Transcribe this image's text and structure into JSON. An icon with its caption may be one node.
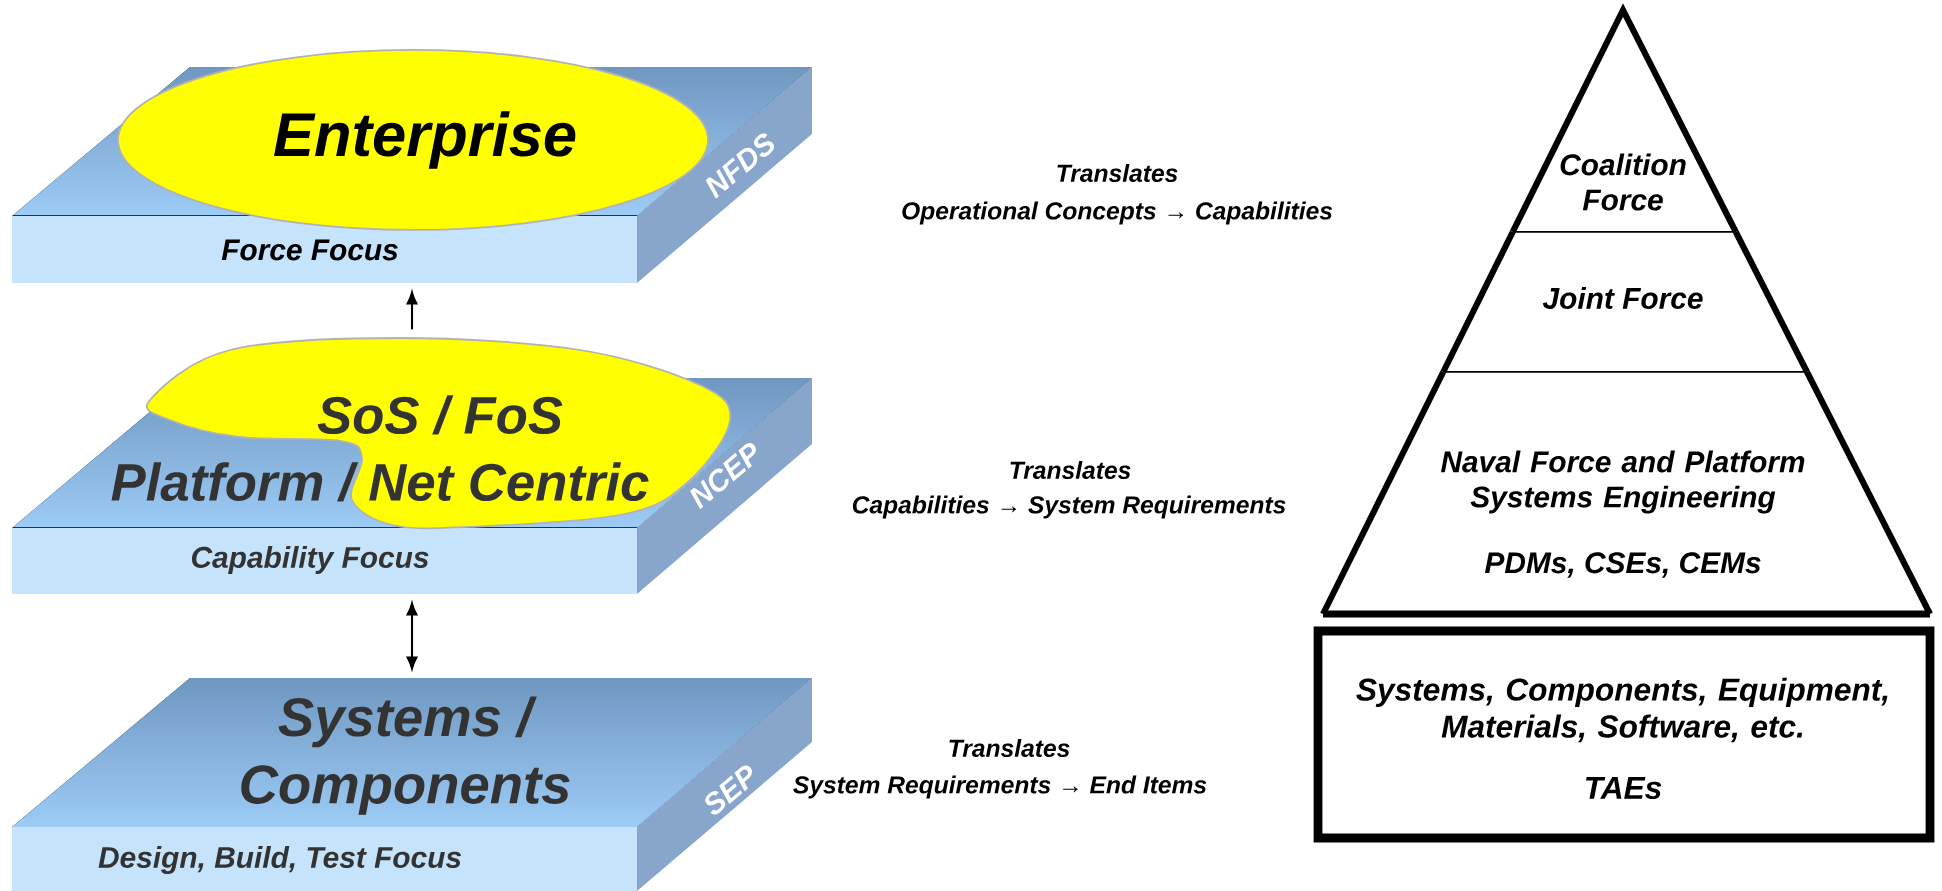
{
  "diagram": {
    "nodes": [
      {
        "text": [
          "Enterprise",
          "Force Focus",
          "NFDS"
        ]
      },
      {
        "text": [
          "SoS / FoS",
          "Platform / Net Centric",
          "Capability Focus",
          "NCEP"
        ]
      },
      {
        "text": [
          "Systems /",
          "Components",
          "Design, Build, Test Focus",
          "SEP"
        ]
      },
      {
        "text": [
          "Coalition Force"
        ]
      },
      {
        "text": [
          "Joint Force"
        ]
      },
      {
        "text": [
          "Naval Force and Platform Systems Engineering",
          "PDMs, CSEs, CEMs"
        ]
      },
      {
        "text": [
          "Systems, Components, Equipment, Materials, Software, etc.",
          "TAEs"
        ]
      }
    ],
    "edges": [
      {
        "from": 1,
        "to": 0,
        "arrow": "to"
      },
      {
        "from": 1,
        "to": 2,
        "arrow": "both"
      }
    ],
    "labels": [
      "Translates",
      "Operational Concepts → Capabilities",
      "Translates",
      "Capabilities → System Requirements",
      "Translates",
      "System Requirements → End Items"
    ]
  }
}
